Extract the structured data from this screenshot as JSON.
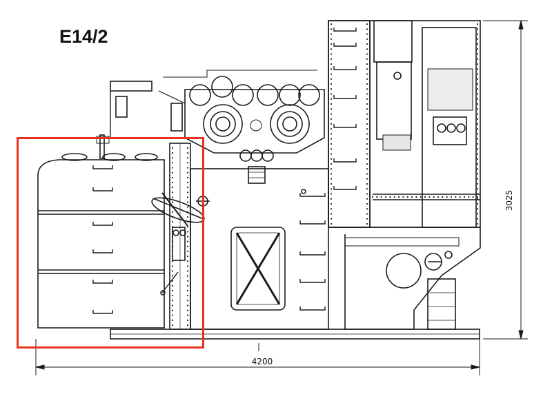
{
  "drawing": {
    "title": "E14/2",
    "dimension_width": "4200",
    "dimension_height": "3025"
  },
  "colors": {
    "line": "#1a1a1a",
    "highlight": "#e8321e",
    "background": "#ffffff",
    "fill": "#f2f2f2"
  }
}
